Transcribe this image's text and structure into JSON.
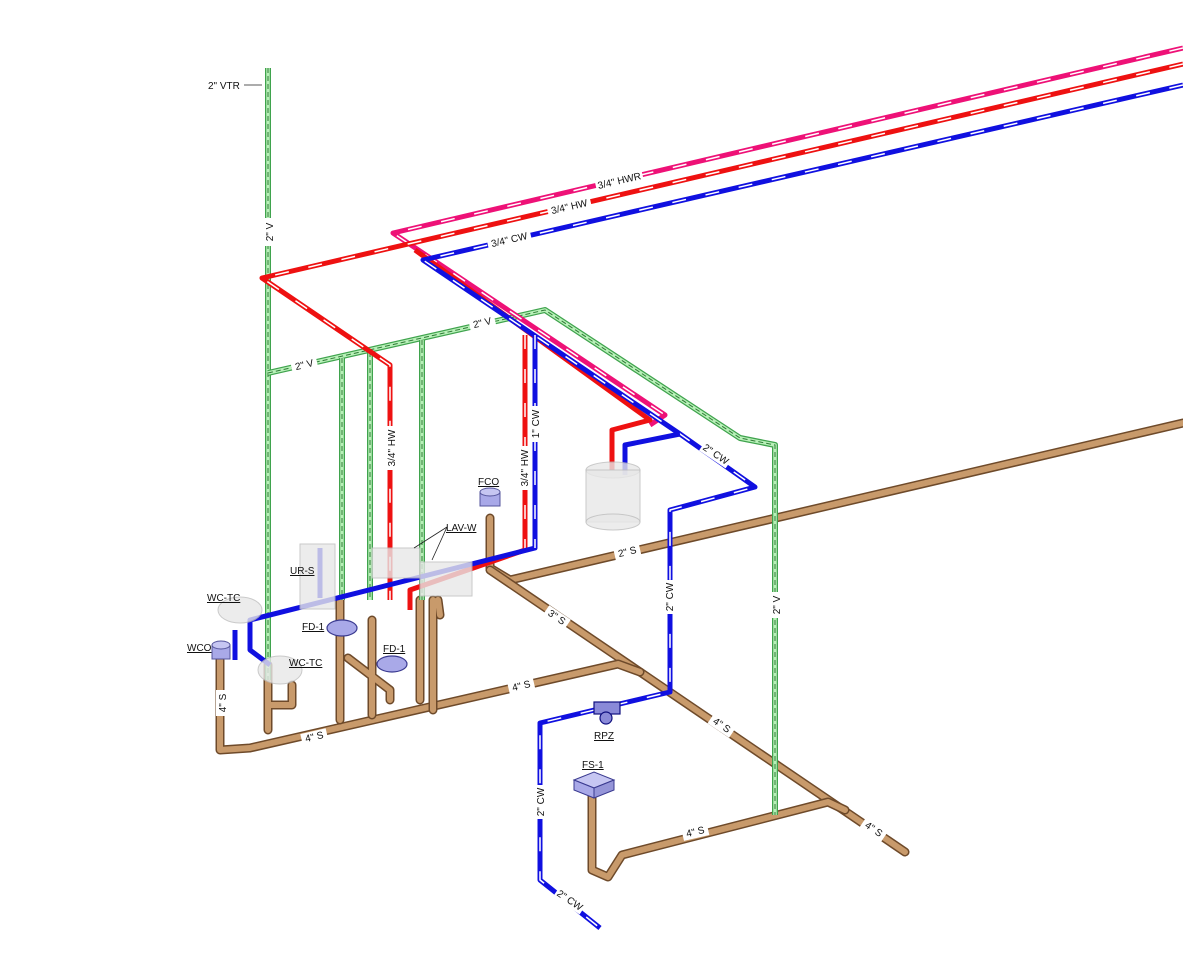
{
  "colors": {
    "sanitary": "#c89a6b",
    "vent": "#b8f0b8",
    "cold_water": "#1010e0",
    "hot_water": "#ee1111",
    "hot_water_return": "#ee1177",
    "drain_fixture": "#a9a9e8"
  },
  "pipe_labels": {
    "vtr": "2\" VTR",
    "vent_riser": "2\" V",
    "vent_branch_left": "2\" V",
    "vent_branch_right": "2\" V",
    "vent_right_riser": "2\" V",
    "hwr_main": "3/4\" HWR",
    "hw_main": "3/4\" HW",
    "cw_main": "3/4\" CW",
    "hw_drop_left": "3/4\" HW",
    "hw_drop_right": "3/4\" HW",
    "cw_drop": "1\" CW",
    "cw_2in_a": "2\" CW",
    "cw_2in_b": "2\" CW",
    "cw_2in_c": "2\" CW",
    "cw_2in_d": "2\" CW",
    "san_2in": "2\" S",
    "san_3in": "3\" S",
    "san_4in_a": "4\" S",
    "san_4in_b": "4\" S",
    "san_4in_c": "4\" S",
    "san_4in_d": "4\" S",
    "san_4in_e": "4\" S",
    "san_4in_f": "4\" S"
  },
  "fixture_tags": {
    "fco": "FCO",
    "lav": "LAV-W",
    "urinal": "UR-S",
    "wc_top": "WC-TC",
    "wc_bottom": "WC-TC",
    "wco": "WCO",
    "fd_left": "FD-1",
    "fd_right": "FD-1",
    "rpz": "RPZ",
    "fs": "FS-1"
  }
}
